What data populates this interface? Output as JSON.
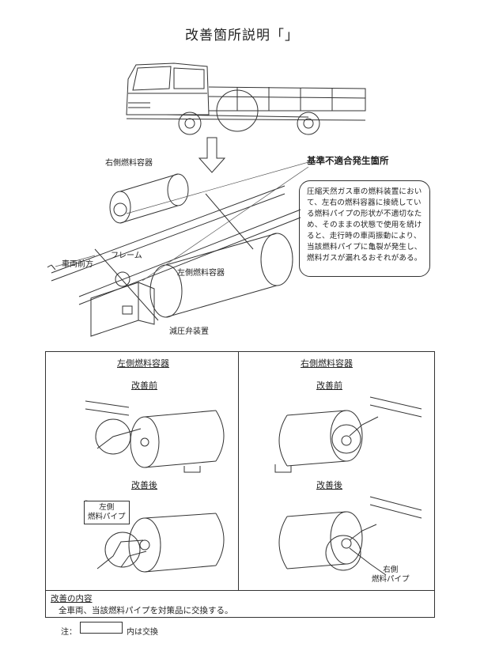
{
  "title": "改善箇所説明「」",
  "overview": {
    "right_tank_label": "右側燃料容器",
    "left_tank_label": "左側燃料容器",
    "frame_label": "フレーム",
    "front_label": "車両前方",
    "valve_label": "減圧弁装置",
    "defect_heading": "基準不適合発生箇所",
    "defect_text": "圧縮天然ガス車の燃料装置において、左右の燃料容器に接続している燃料パイプの形状が不適切なため、そのままの状態で使用を続けると、走行時の車両振動により、当該燃料パイプに亀裂が発生し、燃料ガスが漏れるおそれがある。"
  },
  "table": {
    "left_col": {
      "header": "左側燃料容器",
      "before": "改善前",
      "after": "改善後",
      "pipe_label_1": "左側",
      "pipe_label_2": "燃料パイプ"
    },
    "right_col": {
      "header": "右側燃料容器",
      "before": "改善前",
      "after": "改善後",
      "pipe_label_1": "右側",
      "pipe_label_2": "燃料パイプ"
    },
    "content_label": "改善の内容",
    "content_text": "全車両、当該燃料パイプを対策品に交換する。"
  },
  "note": {
    "prefix": "注：",
    "suffix": "内は交換"
  }
}
